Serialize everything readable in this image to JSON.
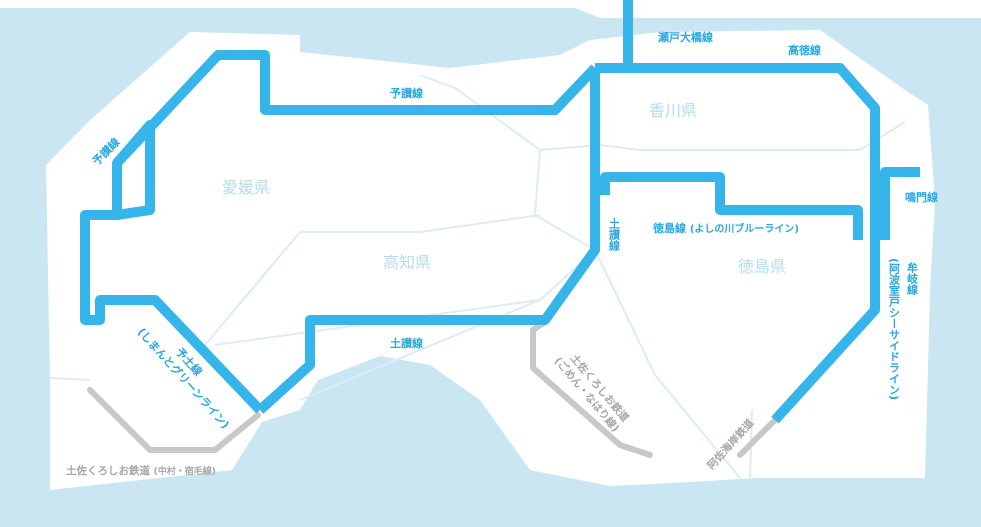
{
  "prefectures": {
    "ehime": "愛媛県",
    "kagawa": "香川県",
    "kochi": "高知県",
    "tokushima": "徳島県"
  },
  "lines": {
    "seto_ohashi": "瀬戸大橋線",
    "kotoku": "高徳線",
    "yosan_north": "予讃線",
    "yosan_west": "予讃線",
    "naruto": "鳴門線",
    "tokushima": "徳島線",
    "tokushima_sub": "(よしの川ブルーライン)",
    "dosan_north": "土讃線",
    "dosan_south": "土讃線",
    "mugi": "牟岐線",
    "mugi_sub": "(阿波室戸シーサイドライン)",
    "yodo": "予土線",
    "yodo_sub": "(しまんとグリーンライン)"
  },
  "private_lines": {
    "tosa_gomen": "土佐くろしお鉄道",
    "tosa_gomen_sub": "(ごめん・なはり線)",
    "asa_kaigan": "阿佐海岸鉄道",
    "tosa_nakamura": "土佐くろしお鉄道",
    "tosa_nakamura_sub": "(中村・宿毛線)"
  },
  "colors": {
    "sea": "#cbe6f3",
    "land": "#ffffff",
    "border": "#dcecf5",
    "jr_line": "#35b5e9",
    "private_line": "#c8c8c8"
  }
}
